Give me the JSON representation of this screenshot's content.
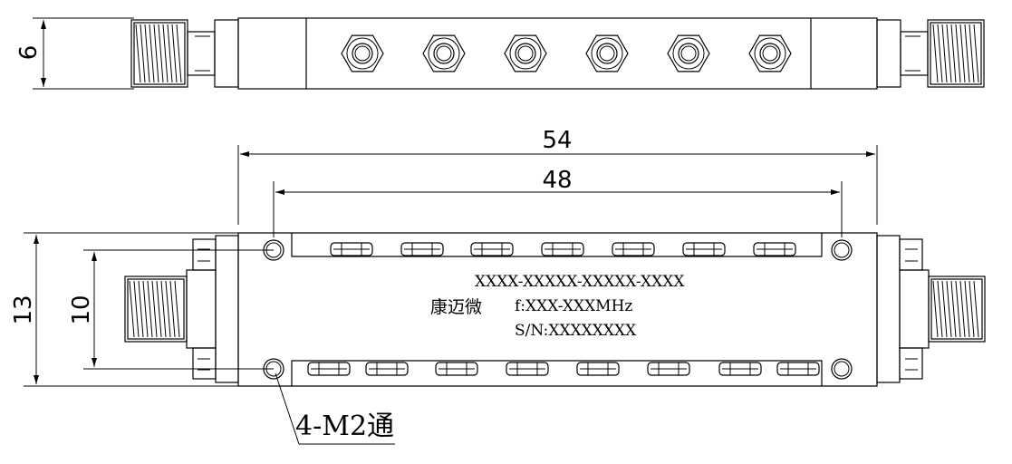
{
  "dimensions": {
    "height_side": "6",
    "length_total": "54",
    "length_holes": "48",
    "width_total": "13",
    "width_holes": "10"
  },
  "label": {
    "part_number": "XXXX-XXXXX-XXXXX-XXXX",
    "brand": "康迈微",
    "frequency": "f:XXX-XXXMHz",
    "serial": "S/N:XXXXXXXX"
  },
  "callout": {
    "holes": "4-M2通"
  }
}
